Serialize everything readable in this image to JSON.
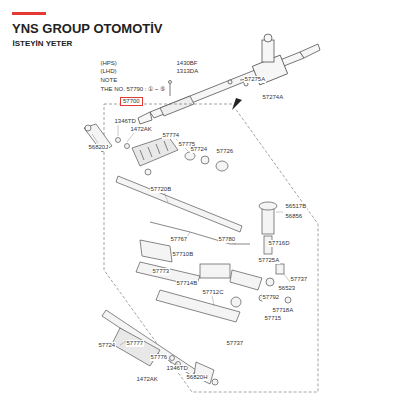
{
  "diagram": {
    "title": "YNS GROUP OTOMOTİV",
    "nodes": [
      {
        "text": [
          "57700"
        ]
      }
    ],
    "labels": [
      "İSTEYİN YETER",
      "(HPS)",
      "(LHD)",
      "NOTE",
      "THE NO. 57790 : ① ~ ⑤",
      "1430BF",
      "1313DA",
      "57275A",
      "57274A",
      "1346TD",
      "1472AK",
      "56820J",
      "57774",
      "57775",
      "57724",
      "57726",
      "57720B",
      "56517B",
      "56856",
      "57767",
      "57780",
      "57716D",
      "57710B",
      "57725A",
      "57773",
      "57737",
      "56523",
      "57714B",
      "57712C",
      "57792",
      "57718A",
      "57715",
      "57724",
      "57777",
      "57776",
      "57737",
      "1346TD",
      "1472AK",
      "56820H"
    ]
  }
}
